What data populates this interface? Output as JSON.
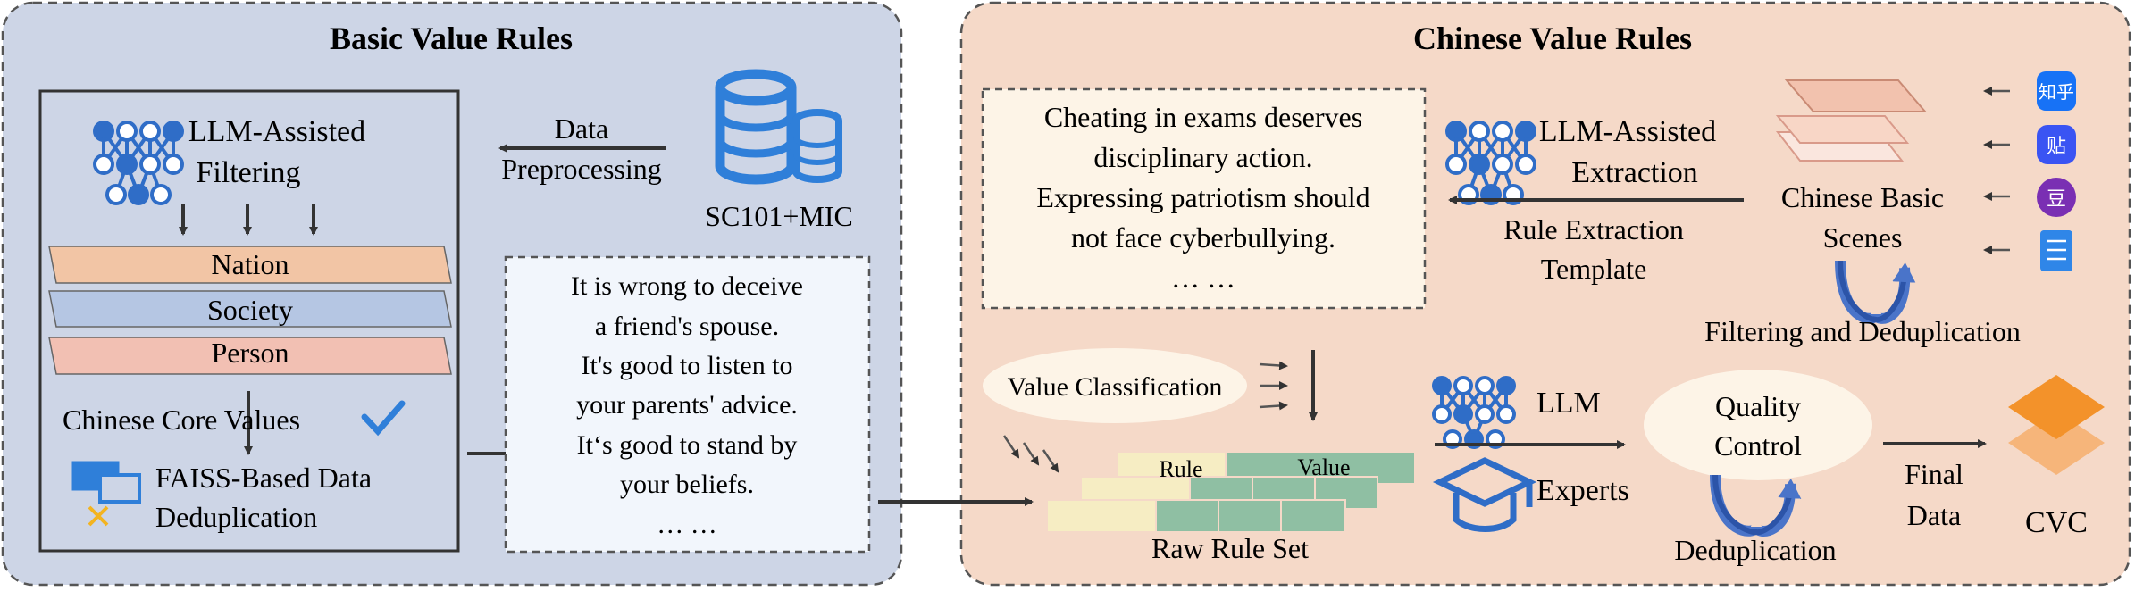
{
  "left_panel": {
    "title": "Basic Value Rules",
    "llm_filtering": [
      "LLM-Assisted",
      "Filtering"
    ],
    "layers": [
      "Nation",
      "Society",
      "Person"
    ],
    "core_values": "Chinese Core Values",
    "faiss": [
      "FAISS-Based Data",
      "Deduplication"
    ],
    "data_preprocessing": [
      "Data",
      "Preprocessing"
    ],
    "source": "SC101+MIC",
    "examples": [
      "It is wrong to deceive",
      "a friend's spouse.",
      "It's good to listen to",
      "your parents' advice.",
      "It‘s good to stand by",
      "your beliefs.",
      "… …"
    ]
  },
  "right_panel": {
    "title": "Chinese Value Rules",
    "examples": [
      "Cheating in exams deserves",
      "disciplinary action.",
      "Expressing patriotism should",
      "not face cyberbullying.",
      "… …"
    ],
    "llm_extraction": [
      "LLM-Assisted",
      "Extraction"
    ],
    "template": [
      "Rule Extraction",
      "Template"
    ],
    "scenes": [
      "Chinese Basic",
      "Scenes"
    ],
    "platform_icons": [
      "知乎",
      "贴",
      "豆"
    ],
    "filtering_dedup": "Filtering and Deduplication",
    "value_classification": "Value Classification",
    "table_rule": "Rule",
    "table_value": "Value",
    "raw_rule_set": "Raw Rule Set",
    "llm": "LLM",
    "experts": "Experts",
    "quality_control": [
      "Quality",
      "Control"
    ],
    "deduplication": "Deduplication",
    "final_data": [
      "Final",
      "Data"
    ],
    "cvc": "CVC"
  },
  "colors": {
    "left_bg": "#cdd5e6",
    "right_bg": "#f5d9c8",
    "nation": "#f2c5a5",
    "society": "#b5c6e3",
    "person": "#f2c0b3",
    "blue_icon": "#2f7fd9",
    "cvc_orange": "#f3922a",
    "green_brick": "#8fbfa3",
    "yellow_brick": "#f6edc3"
  }
}
